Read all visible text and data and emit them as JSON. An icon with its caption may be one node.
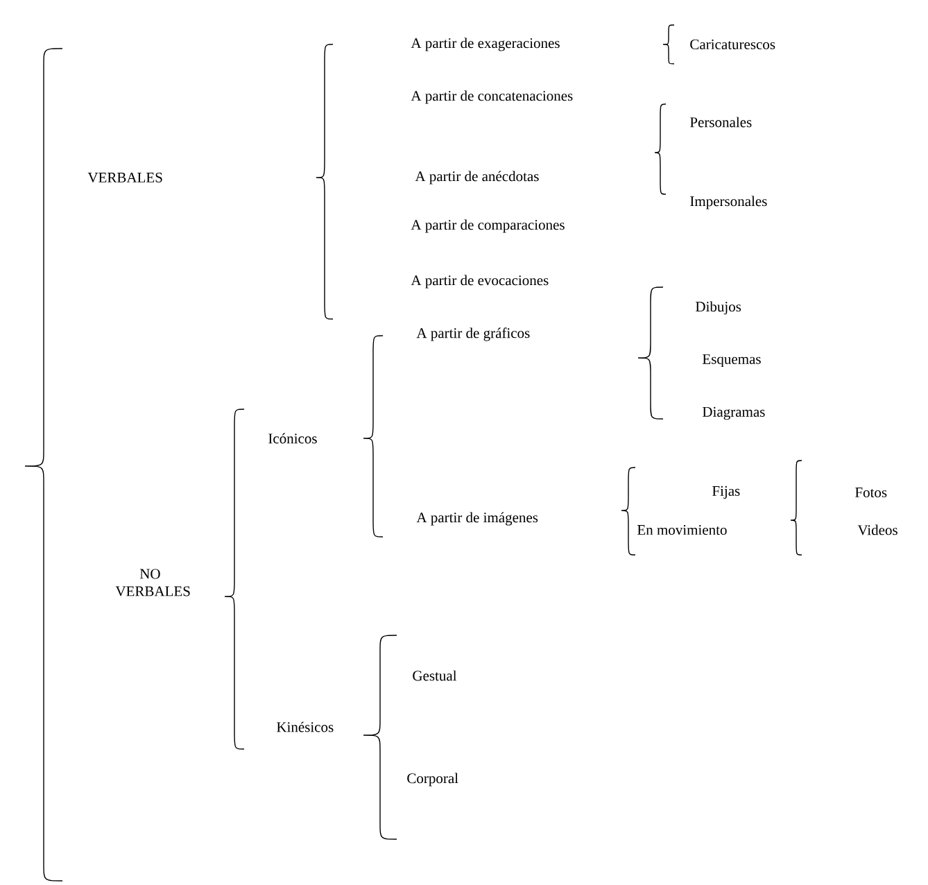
{
  "diagram": {
    "nodes": [
      {
        "text": [
          "VERBALES"
        ]
      },
      {
        "text": [
          "NO VERBALES"
        ]
      },
      {
        "text": [
          "A partir de exageraciones"
        ]
      },
      {
        "text": [
          "Caricaturescos"
        ]
      },
      {
        "text": [
          "A partir de concatenaciones"
        ]
      },
      {
        "text": [
          "A partir de anécdotas"
        ]
      },
      {
        "text": [
          "Personales"
        ]
      },
      {
        "text": [
          "Impersonales"
        ]
      },
      {
        "text": [
          "A partir de comparaciones"
        ]
      },
      {
        "text": [
          "A partir de evocaciones"
        ]
      },
      {
        "text": [
          "Icónicos"
        ]
      },
      {
        "text": [
          "Kinésicos"
        ]
      },
      {
        "text": [
          "A partir de gráficos"
        ]
      },
      {
        "text": [
          "A partir de imágenes"
        ]
      },
      {
        "text": [
          "Dibujos"
        ]
      },
      {
        "text": [
          "Esquemas"
        ]
      },
      {
        "text": [
          "Diagramas"
        ]
      },
      {
        "text": [
          "Fijas"
        ]
      },
      {
        "text": [
          "En movimiento"
        ]
      },
      {
        "text": [
          "Fotos"
        ]
      },
      {
        "text": [
          "Videos"
        ]
      },
      {
        "text": [
          "Gestual"
        ]
      },
      {
        "text": [
          "Corporal"
        ]
      }
    ]
  }
}
